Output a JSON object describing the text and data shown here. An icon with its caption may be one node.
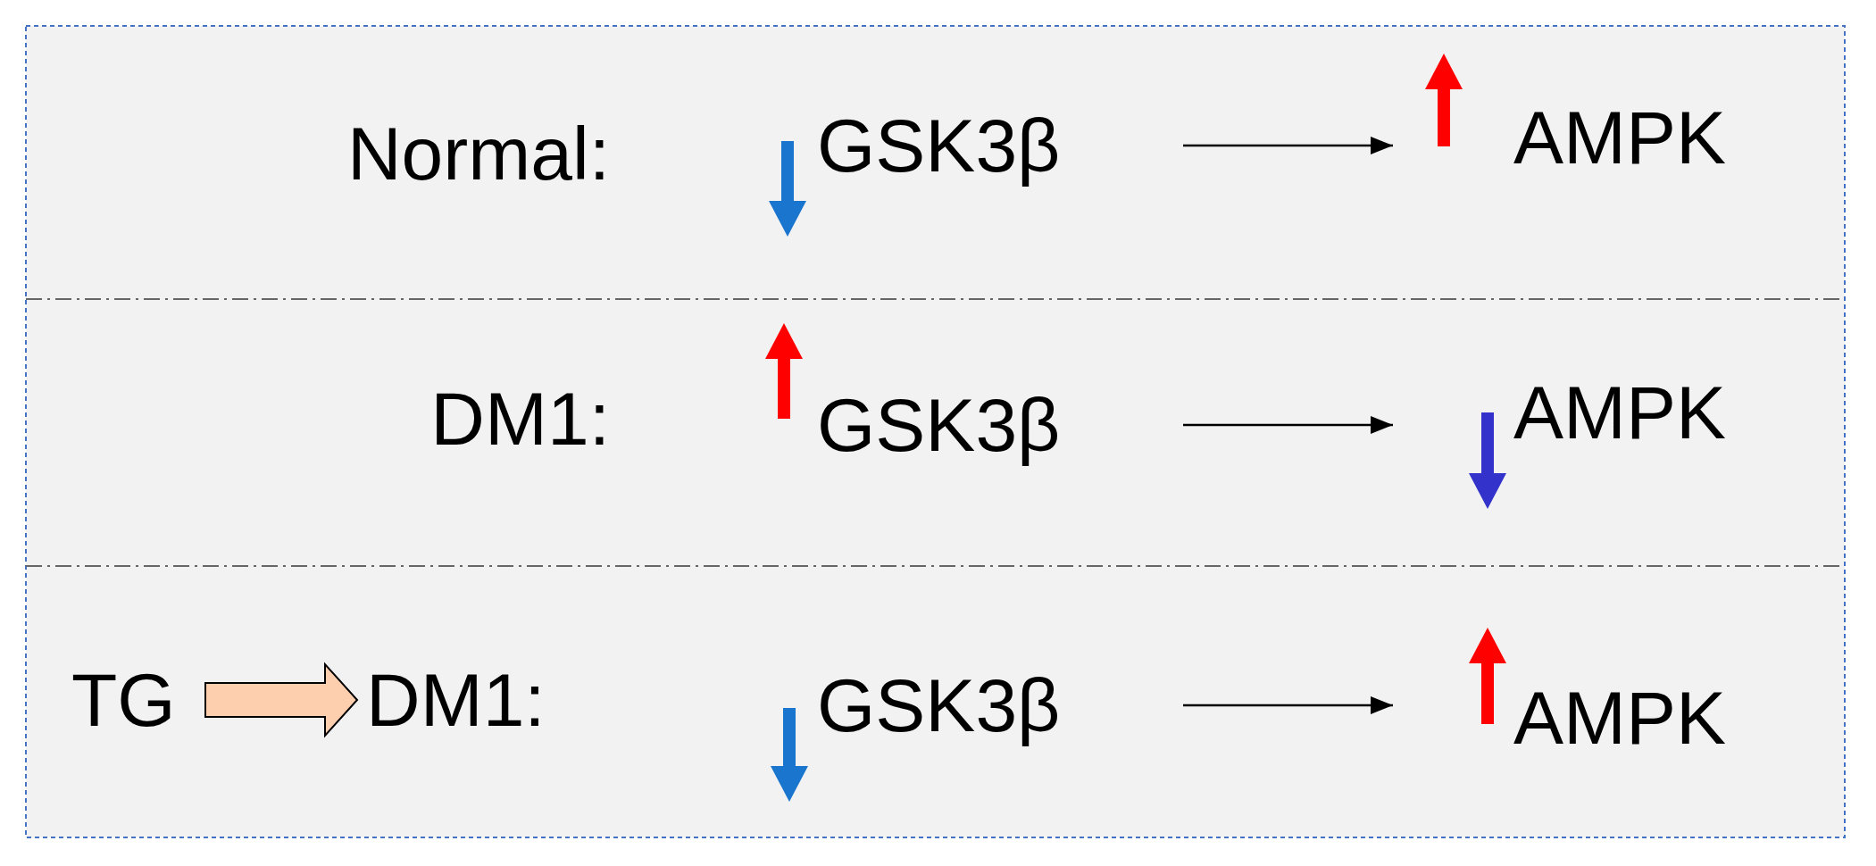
{
  "diagram": {
    "nodes": [
      {
        "text": [
          "GSK3β"
        ]
      },
      {
        "text": [
          "AMPK"
        ]
      },
      {
        "text": [
          "GSK3β"
        ]
      },
      {
        "text": [
          "AMPK"
        ]
      },
      {
        "text": [
          "TG"
        ]
      },
      {
        "text": [
          "DM1:"
        ]
      },
      {
        "text": [
          "GSK3β"
        ]
      },
      {
        "text": [
          "AMPK"
        ]
      }
    ],
    "edges": [
      {
        "from": 0,
        "to": 1,
        "arrow": "to"
      },
      {
        "from": 2,
        "to": 3,
        "arrow": "to"
      },
      {
        "from": 4,
        "to": 5,
        "arrow": "to",
        "style": "thick",
        "color": "#fdcfae"
      },
      {
        "from": 6,
        "to": 7,
        "arrow": "to"
      }
    ],
    "labels": [
      "Normal:",
      "DM1:"
    ]
  }
}
